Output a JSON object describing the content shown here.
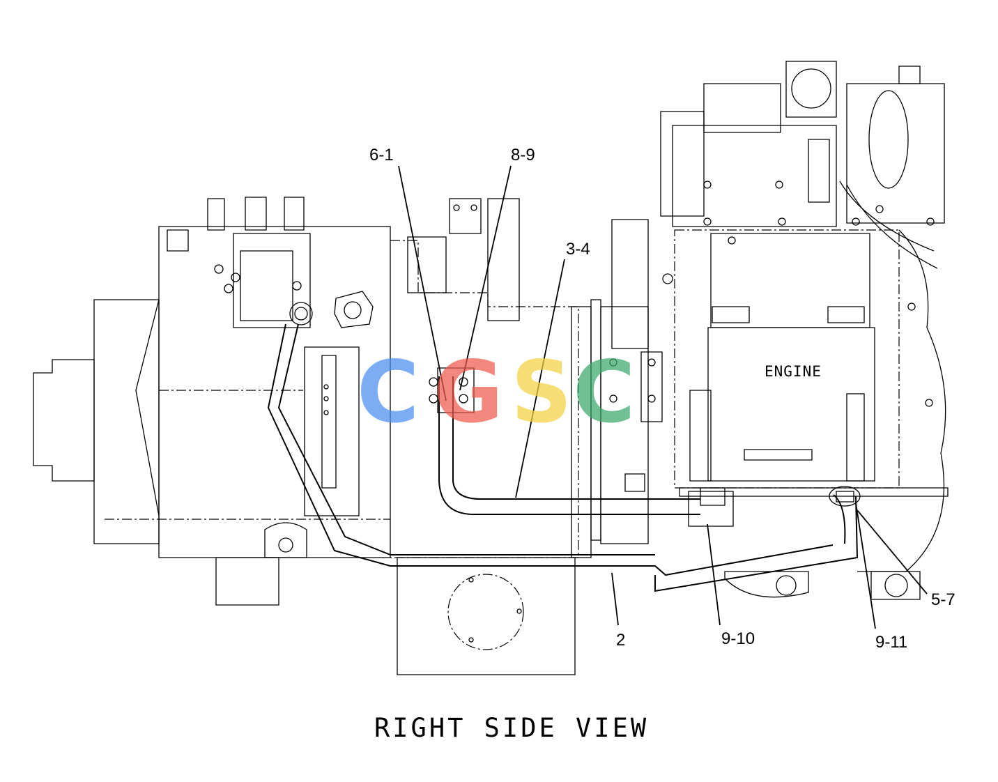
{
  "callouts": [
    {
      "id": "6-1",
      "text": "6-1"
    },
    {
      "id": "8-9",
      "text": "8-9"
    },
    {
      "id": "3-4",
      "text": "3-4"
    },
    {
      "id": "2",
      "text": "2"
    },
    {
      "id": "9-10",
      "text": "9-10"
    },
    {
      "id": "9-11",
      "text": "9-11"
    },
    {
      "id": "5-7",
      "text": "5-7"
    }
  ],
  "engine_label": "ENGINE",
  "caption": "RIGHT SIDE VIEW",
  "watermark": {
    "letters": [
      "C",
      "G",
      "S",
      "C"
    ],
    "colors": [
      "#4a8ef0",
      "#ef5a4c",
      "#f4d23f",
      "#3aa86b"
    ]
  }
}
